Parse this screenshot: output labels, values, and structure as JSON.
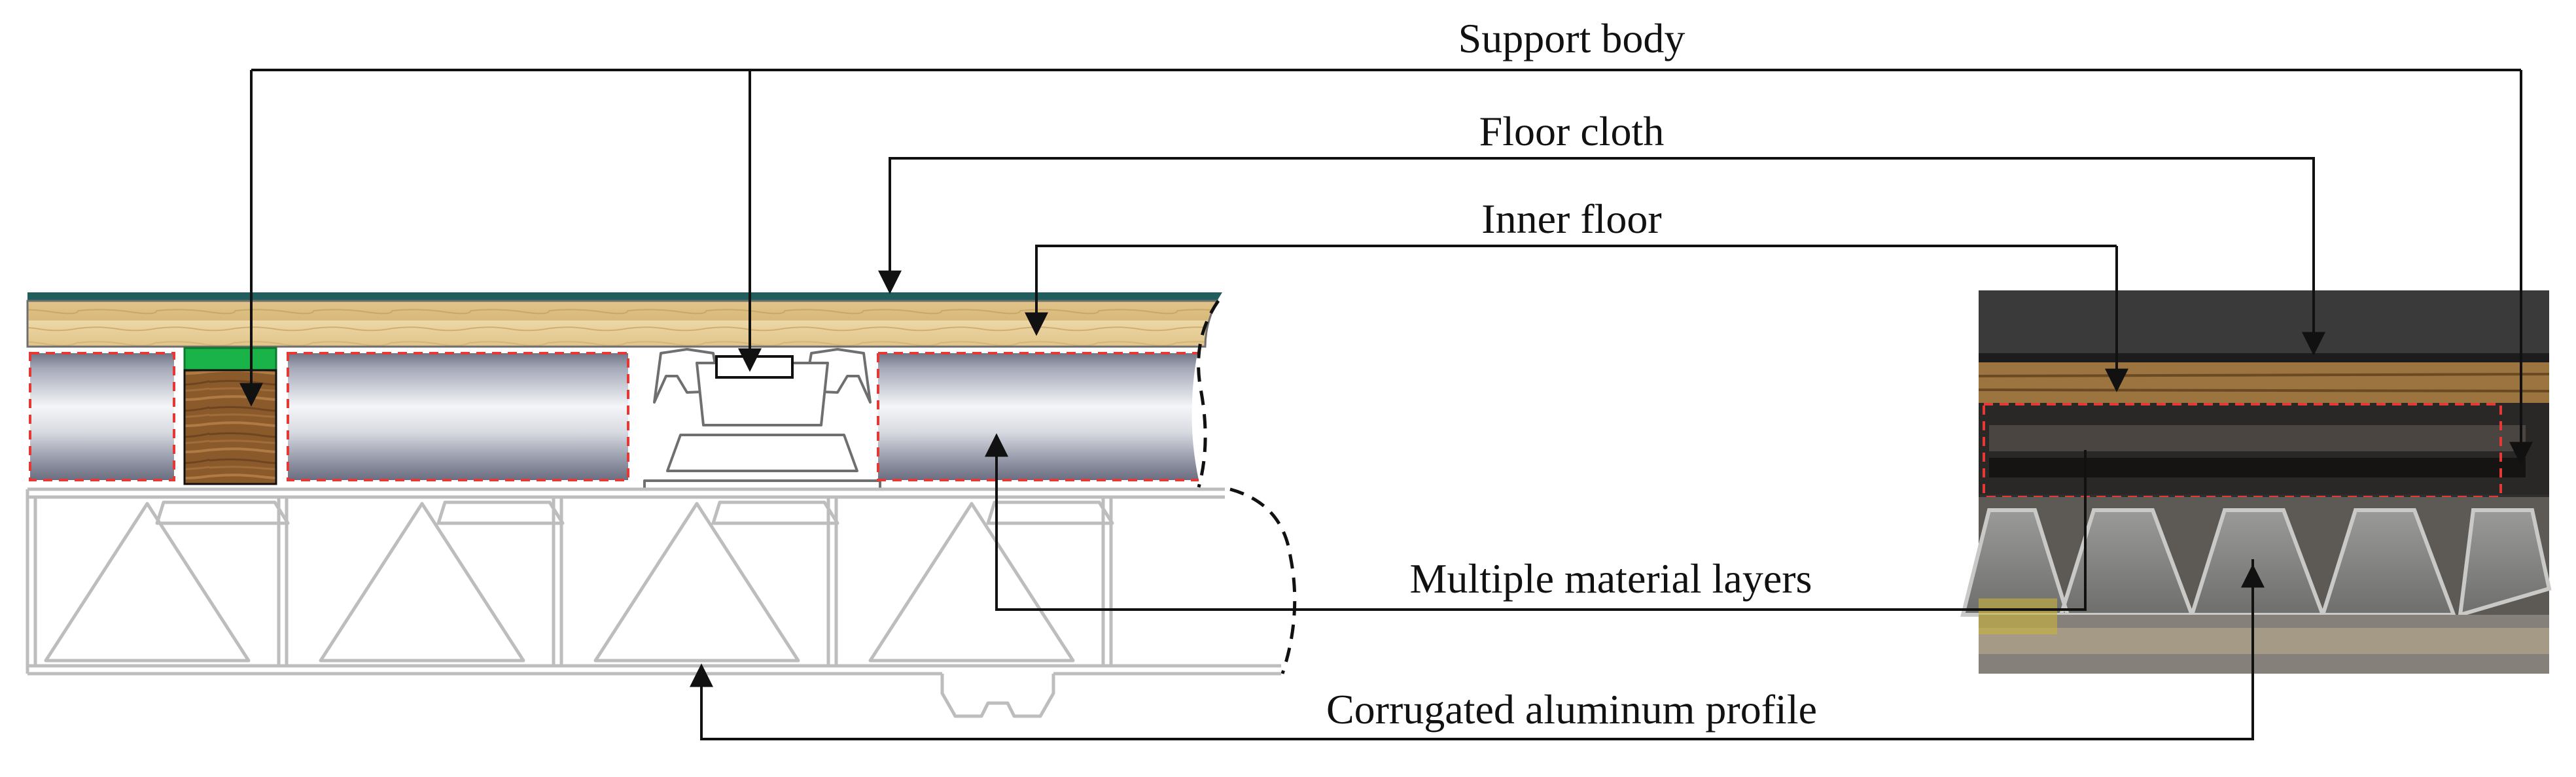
{
  "labels": {
    "support_body": "Support body",
    "floor_cloth": "Floor cloth",
    "inner_floor": "Inner floor",
    "multiple_material_layers": "Multiple material layers",
    "corrugated_aluminum_profile": "Corrugated aluminum profile"
  },
  "colors": {
    "floor_cloth": "#1f5e5c",
    "inner_floor": "#e7cf9a",
    "support_green": "#19b34a",
    "wood_block": "#8a5a2b",
    "material_layer_dash": "#e53935",
    "aluminum_profile": "#bdbdbd",
    "leader_lines": "#111111"
  }
}
